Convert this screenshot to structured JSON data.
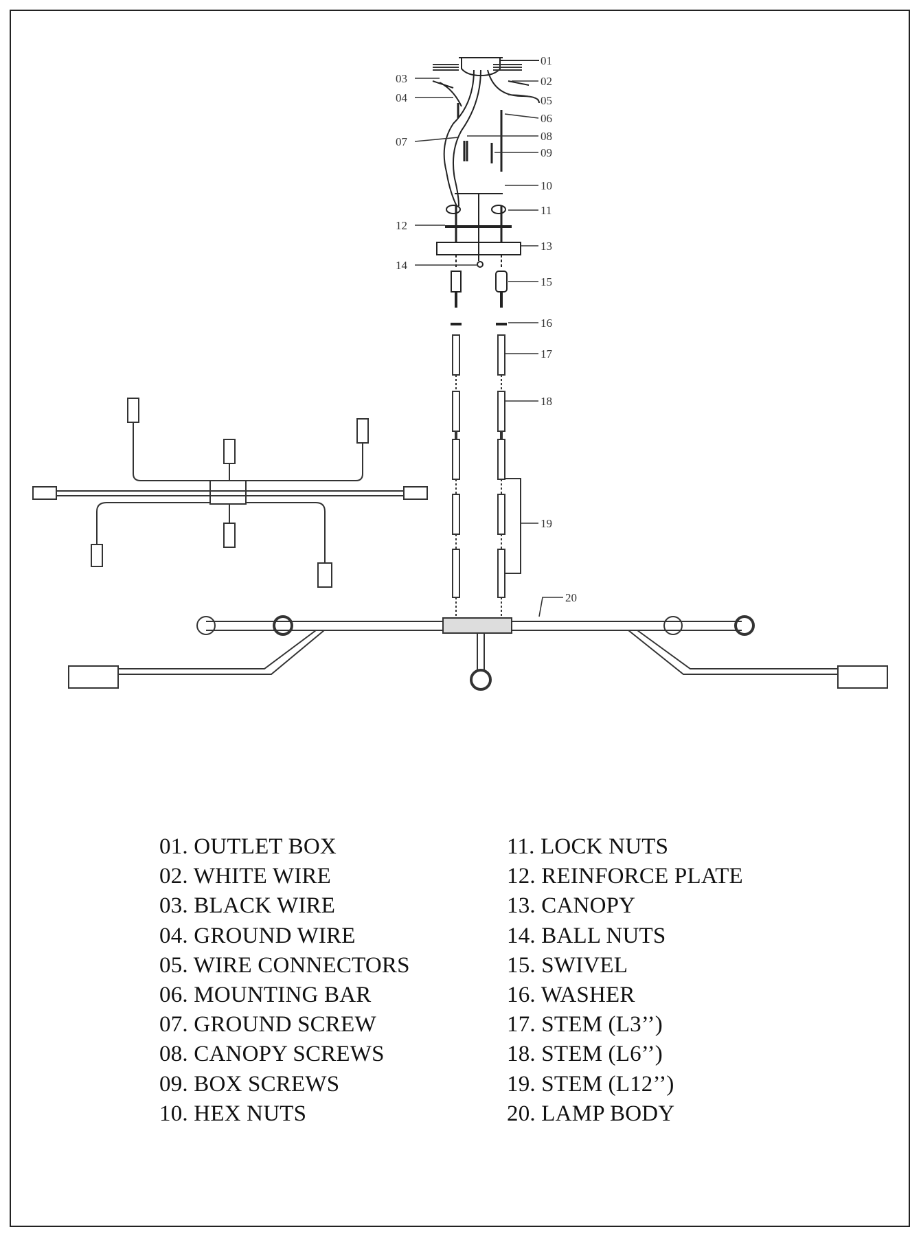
{
  "callouts": [
    {
      "num": "01",
      "label": "01"
    },
    {
      "num": "02",
      "label": "02"
    },
    {
      "num": "03",
      "label": "03"
    },
    {
      "num": "04",
      "label": "04"
    },
    {
      "num": "05",
      "label": "05"
    },
    {
      "num": "06",
      "label": "06"
    },
    {
      "num": "07",
      "label": "07"
    },
    {
      "num": "08",
      "label": "08"
    },
    {
      "num": "09",
      "label": "09"
    },
    {
      "num": "10",
      "label": "10"
    },
    {
      "num": "11",
      "label": "11"
    },
    {
      "num": "12",
      "label": "12"
    },
    {
      "num": "13",
      "label": "13"
    },
    {
      "num": "14",
      "label": "14"
    },
    {
      "num": "15",
      "label": "15"
    },
    {
      "num": "16",
      "label": "16"
    },
    {
      "num": "17",
      "label": "17"
    },
    {
      "num": "18",
      "label": "18"
    },
    {
      "num": "19",
      "label": "19"
    },
    {
      "num": "20",
      "label": "20"
    }
  ],
  "legend": {
    "left": [
      "01. OUTLET BOX",
      "02. WHITE WIRE",
      "03. BLACK WIRE",
      "04. GROUND WIRE",
      "05. WIRE CONNECTORS",
      "06. MOUNTING BAR",
      "07. GROUND SCREW",
      "08. CANOPY SCREWS",
      "09. BOX SCREWS",
      "10. HEX NUTS"
    ],
    "right": [
      "11. LOCK NUTS",
      "12. REINFORCE PLATE",
      "13. CANOPY",
      "14. BALL NUTS",
      "15. SWIVEL",
      "16. WASHER",
      "17. STEM (L3’’)",
      "18. STEM (L6’’)",
      "19. STEM (L12’’)",
      "20. LAMP BODY"
    ]
  }
}
